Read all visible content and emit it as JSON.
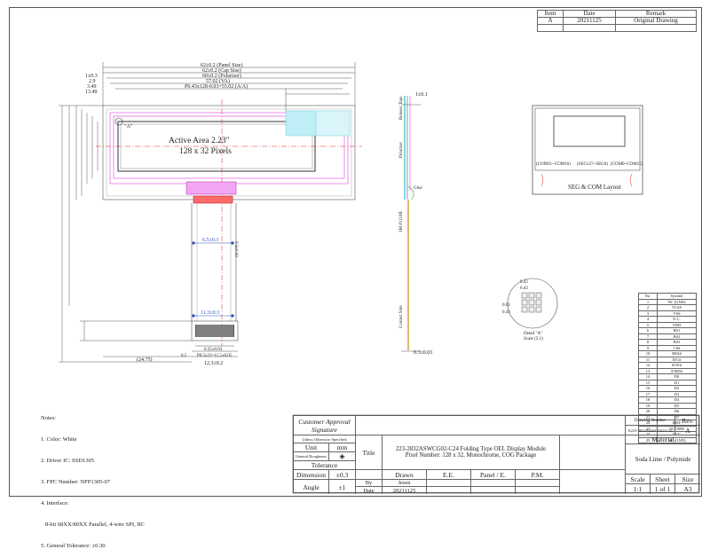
{
  "revision_table": {
    "headers": [
      "Item",
      "Date",
      "Remark"
    ],
    "rows": [
      [
        "A",
        "20211125",
        "Original Drawing"
      ]
    ]
  },
  "front_view": {
    "active_area_label": "Active Area 2.23\"",
    "pixels_label": "128 x 32 Pixels",
    "detail_marker": "\"A\"",
    "dims": {
      "panel_size": "62±0.2 (Panel Size)",
      "cap_size": "62±0.2 (Cap Size)",
      "polarizer": "60±0.2 (Polarizer)",
      "va": "57.02 (VA)",
      "aa": "P0.43x128-0.03=55.02 (A/A)",
      "left_1": "1±0.3",
      "left_2": "2.9",
      "left_3": "3.49",
      "left_4": "13.49",
      "fpc_1": "6.5±0.3",
      "fpc_2": "11.3±0.3",
      "fpc_3": "12.3±0.2",
      "fpc_4": "P0.5x23=11.5±0.05",
      "fpc_5": "0.35±0.03",
      "fpc_6": "0.5",
      "fpc_7": "(24.75)",
      "fpc_width": "0.3±0.03"
    }
  },
  "side_view": {
    "labels": [
      "Release Tape",
      "Polarizer",
      "Glue",
      "3M #1110B",
      "Contact Side"
    ],
    "top_dim": "1±0.1",
    "bottom_dim": "0.3±0.03"
  },
  "seg_com_layout": {
    "title": "SEG & COM Layout",
    "labels": [
      "(COM31~COM16)",
      "(SEG127~SEG0)",
      "(COM0~COM15)"
    ]
  },
  "detail_a": {
    "caption_1": "Detail \"A\"",
    "caption_2": "Scale (5:1)",
    "dims": [
      "0.43",
      "0.43",
      "0.03",
      "0.43"
    ]
  },
  "pin_table": {
    "headers": [
      "No.",
      "Symbol"
    ],
    "rows": [
      [
        "1",
        "NC (GND)"
      ],
      [
        "2",
        "VLSS"
      ],
      [
        "3",
        "VSS"
      ],
      [
        "4",
        "N.C."
      ],
      [
        "5",
        "VDD"
      ],
      [
        "6",
        "BS1"
      ],
      [
        "7",
        "BS2"
      ],
      [
        "8",
        "BS3"
      ],
      [
        "9",
        "CS#"
      ],
      [
        "10",
        "RES#"
      ],
      [
        "11",
        "D/C#"
      ],
      [
        "12",
        "R/W#"
      ],
      [
        "13",
        "E/RD#"
      ],
      [
        "14",
        "D0"
      ],
      [
        "15",
        "D1"
      ],
      [
        "16",
        "D2"
      ],
      [
        "17",
        "D3"
      ],
      [
        "18",
        "D4"
      ],
      [
        "19",
        "D5"
      ],
      [
        "20",
        "D6"
      ],
      [
        "21",
        "D7"
      ],
      [
        "22",
        "IREF"
      ],
      [
        "23",
        "VCOMH"
      ],
      [
        "24",
        "VCC"
      ],
      [
        "25",
        "NC (GND)"
      ]
    ]
  },
  "notes": {
    "title": "Notes:",
    "items": [
      "1. Color: White",
      "2. Driver IC: SSD1305",
      "3. FPC Number: NFP1305-07",
      "4. Interface:",
      "   8-bit 68XX/80XX Parallel, 4-wire SPI, IIC",
      "5. General Tolerance: ±0.30"
    ]
  },
  "title_block": {
    "customer_approval": "Customer Approval",
    "signature": "Signature",
    "unless_specified": "Unless Otherwise Specified",
    "unit_label": "Unit",
    "unit_value": "mm",
    "general_roughness": "General Roughness",
    "tolerance": "Tolerance",
    "dimension_label": "Dimension",
    "dimension_value": "±0.3",
    "angle_label": "Angle",
    "angle_value": "±1",
    "title_label": "Title",
    "title_line1": "223-2832ASWCG02-C24 Folding Type OEL Display Module",
    "title_line2": "Pixel Number: 128 x 32, Monochrome, COG Package",
    "drawn_label": "Drawn",
    "ee_label": "E.E.",
    "panel_label": "Panel / E.",
    "pm_label": "P.M.",
    "by_label": "By",
    "by_value": "Jesen",
    "date_label": "Date",
    "date_value": "20211125",
    "drawing_number_label": "Drawing Number",
    "drawing_number_value": "X223-2832ASWCG02-C24",
    "rev_label": "Rev.",
    "rev_value": "A",
    "material_label": "Material",
    "material_value": "Soda Lime / Polymide",
    "scale_label": "Scale",
    "scale_value": "1:1",
    "sheet_label": "Sheet",
    "sheet_value": "1 of 1",
    "size_label": "Size",
    "size_value": "A3"
  },
  "colors": {
    "line": "#444444",
    "magenta": "#e040e0",
    "cyan": "#7fd7e8",
    "red": "#e02020",
    "blue_dim": "#3050c0",
    "gold": "#d08a1a"
  }
}
